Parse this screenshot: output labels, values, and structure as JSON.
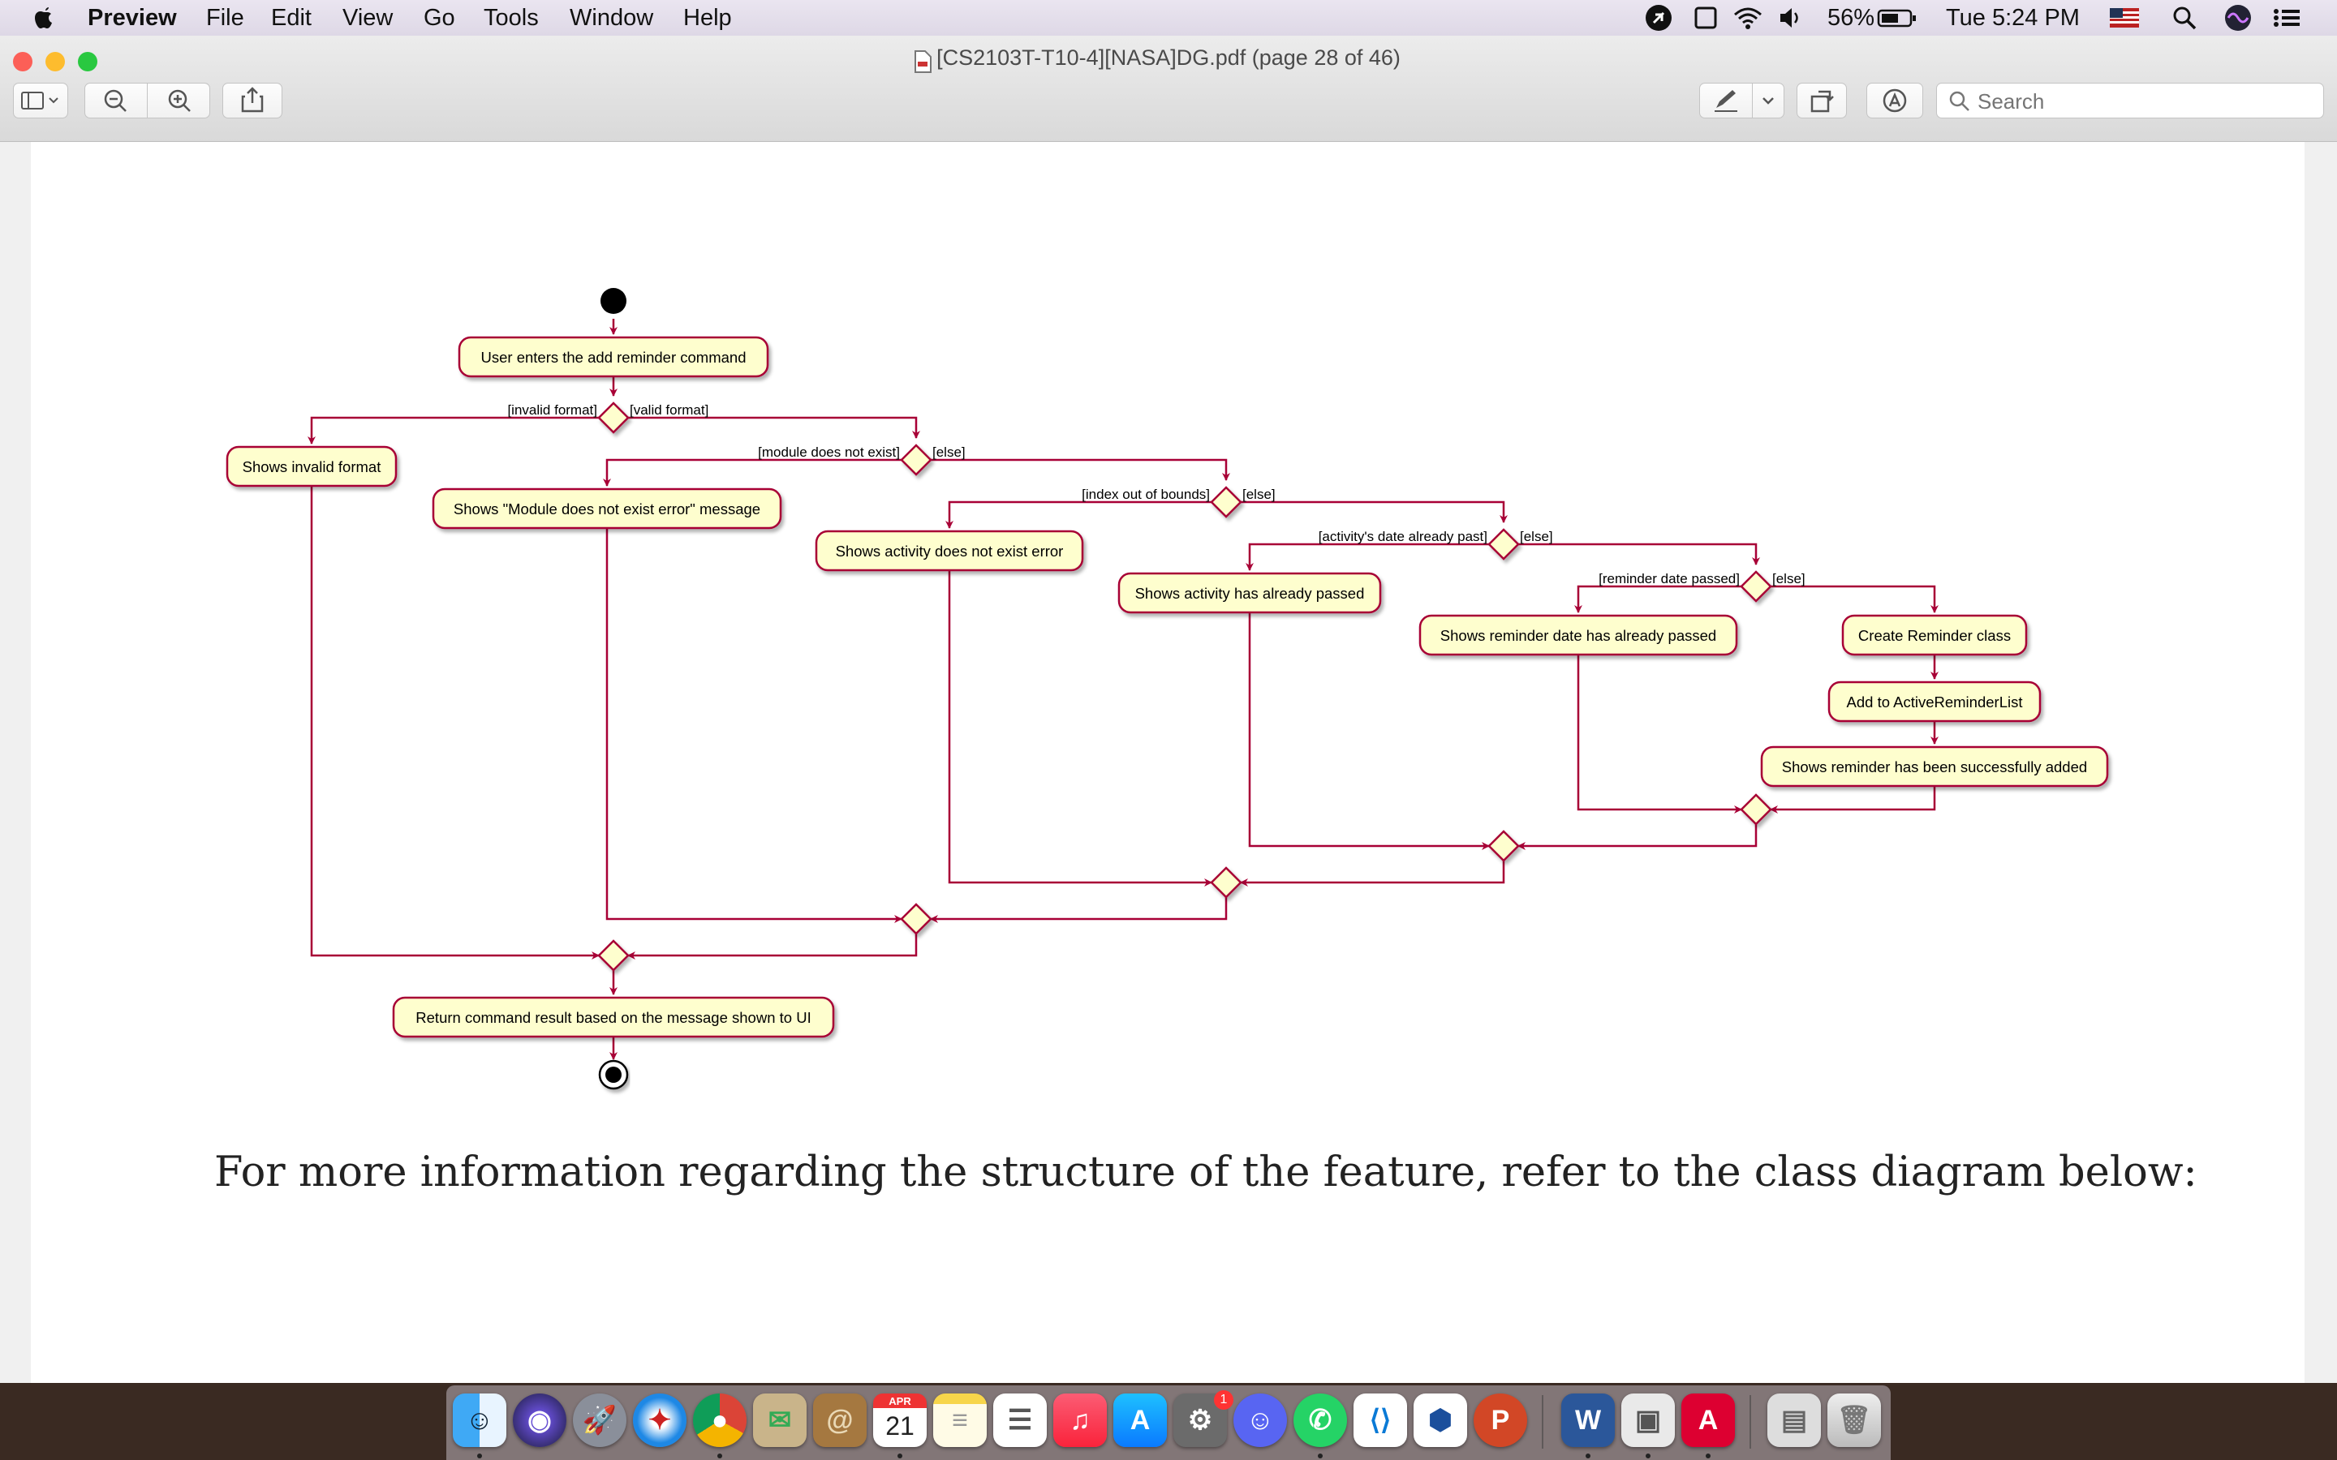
{
  "menubar": {
    "app_name": "Preview",
    "items": [
      "File",
      "Edit",
      "View",
      "Go",
      "Tools",
      "Window",
      "Help"
    ],
    "battery": "56%",
    "clock": "Tue 5:24 PM"
  },
  "window": {
    "title": "[CS2103T-T10-4][NASA]DG.pdf (page 28 of 46)",
    "search_placeholder": "Search"
  },
  "diagram": {
    "actions": {
      "a1": "User enters the add reminder command",
      "a2": "Shows invalid format",
      "a3": "Shows \"Module does not exist error\" message",
      "a4": "Shows activity does not exist error",
      "a5": "Shows activity has already passed",
      "a6": "Shows reminder date has already passed",
      "a7": "Create Reminder class",
      "a8": "Add to ActiveReminderList",
      "a9": "Shows reminder has been successfully added",
      "a10": "Return command result based on the message shown to UI"
    },
    "guards": {
      "g1": "[invalid format]",
      "g2": "[valid format]",
      "g3": "[module does not exist]",
      "g4": "[else]",
      "g5": "[index out of bounds]",
      "g6": "[else]",
      "g7": "[activity's date already past]",
      "g8": "[else]",
      "g9": "[reminder date passed]",
      "g10": "[else]"
    }
  },
  "page_text": "For more information regarding the structure of the feature, refer to the class diagram below:",
  "dock": {
    "calendar_month": "APR",
    "calendar_day": "21",
    "settings_badge": "1"
  },
  "colors": {
    "node_fill": "#fefece",
    "edge": "#a80036"
  }
}
